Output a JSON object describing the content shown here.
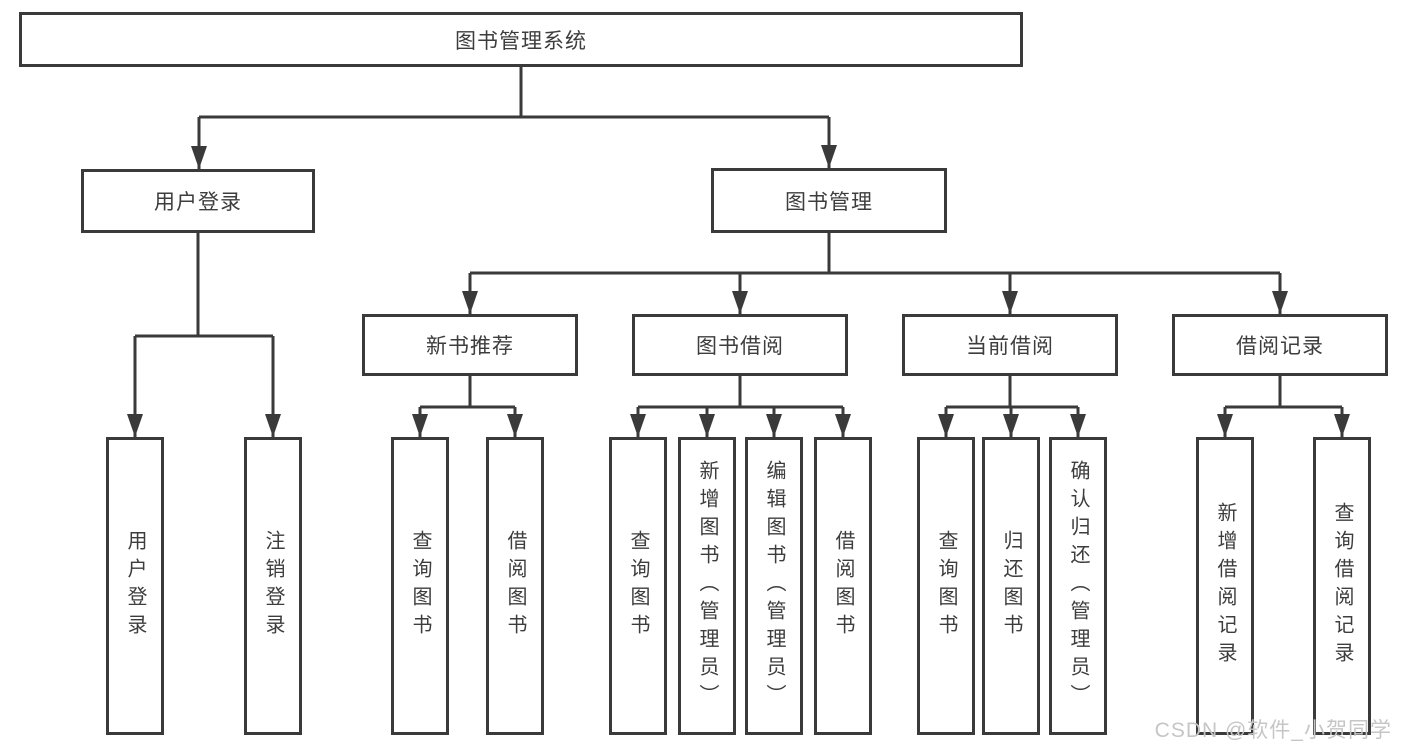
{
  "diagram": {
    "title": "图书管理系统",
    "root": {
      "label": "图书管理系统"
    },
    "level1": [
      {
        "label": "用户登录"
      },
      {
        "label": "图书管理"
      }
    ],
    "level2": [
      {
        "label": "新书推荐"
      },
      {
        "label": "图书借阅"
      },
      {
        "label": "当前借阅"
      },
      {
        "label": "借阅记录"
      }
    ],
    "leaves": {
      "user_login": [
        "用户登录",
        "注销登录"
      ],
      "new_book": [
        "查询图书",
        "借阅图书"
      ],
      "book_borrow": [
        "查询图书",
        "新增图书（管理员）",
        "编辑图书（管理员）",
        "借阅图书"
      ],
      "current_borrow": [
        "查询图书",
        "归还图书",
        "确认归还（管理员）"
      ],
      "borrow_records": [
        "新增借阅记录",
        "查询借阅记录"
      ]
    }
  },
  "watermark": "CSDN @软件_小贺同学",
  "colors": {
    "line": "#3a3a3a",
    "text": "#3d3d3d",
    "watermark": "#c6c6c6",
    "background": "#ffffff"
  }
}
